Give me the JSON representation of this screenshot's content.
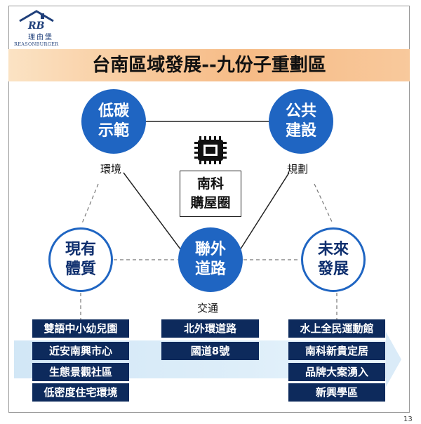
{
  "logo": {
    "chinese": "理由堡",
    "english": "REASONBURGER",
    "mark": "RB"
  },
  "title": "台南區域發展--九份子重劃區",
  "center_label": [
    "南科",
    "購屋圈"
  ],
  "nodes": {
    "low_carbon": [
      "低碳",
      "示範"
    ],
    "public": [
      "公共",
      "建設"
    ],
    "existing": [
      "現有",
      "體質"
    ],
    "road": [
      "聯外",
      "道路"
    ],
    "future": [
      "未來",
      "發展"
    ]
  },
  "edge_labels": {
    "environment": "環境",
    "planning": "規劃",
    "traffic": "交通"
  },
  "left_tags": [
    "雙語中小幼兒園",
    "近安南興市心",
    "生態景觀社區",
    "低密度住宅環境"
  ],
  "middle_tags": [
    "北外環道路",
    "國道8號"
  ],
  "right_tags": [
    "水上全民運動館",
    "南科新貴定居",
    "品牌大案湧入",
    "新興學區"
  ],
  "page_number": "13",
  "colors": {
    "node_blue": "#1f65c2",
    "tag_navy": "#0d2a5c",
    "title_bar": "#f6bb86"
  }
}
